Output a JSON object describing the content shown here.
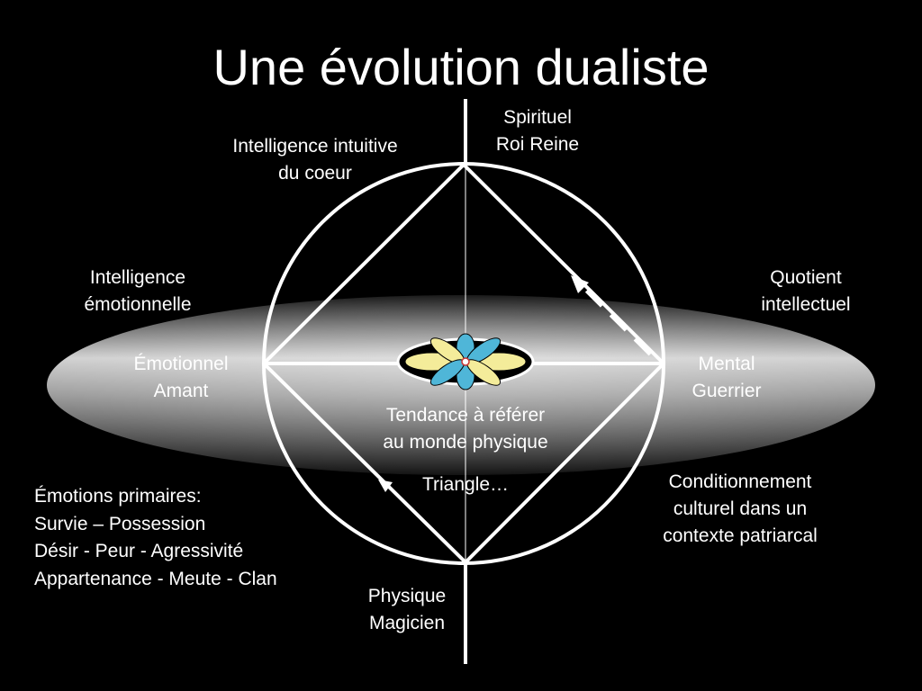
{
  "title": "Une évolution dualiste",
  "labels": {
    "spirituel": [
      "Spirituel",
      "Roi Reine"
    ],
    "intelligence_intuitive": [
      "Intelligence intuitive",
      "du coeur"
    ],
    "intelligence_emotionnelle": [
      "Intelligence",
      "émotionnelle"
    ],
    "quotient_intellectuel": [
      "Quotient",
      "intellectuel"
    ],
    "emotionnel": [
      "Émotionnel",
      "Amant"
    ],
    "mental": [
      "Mental",
      "Guerrier"
    ],
    "tendance": [
      "Tendance à référer",
      "au monde physique"
    ],
    "triangle": "Triangle…",
    "conditionnement": [
      "Conditionnement",
      "culturel dans un",
      "contexte patriarcal"
    ],
    "physique": [
      "Physique",
      "Magicien"
    ]
  },
  "emotions": [
    "Émotions primaires:",
    "Survie – Possession",
    "Désir - Peur - Agressivité",
    "Appartenance - Meute - Clan"
  ],
  "colors": {
    "background": "#000000",
    "line": "#ffffff",
    "ellipse_light": "#d9d9d9",
    "ellipse_dark": "#2a2a2a",
    "petal_blue": "#4fb6d8",
    "petal_yellow": "#f4ec9a"
  }
}
